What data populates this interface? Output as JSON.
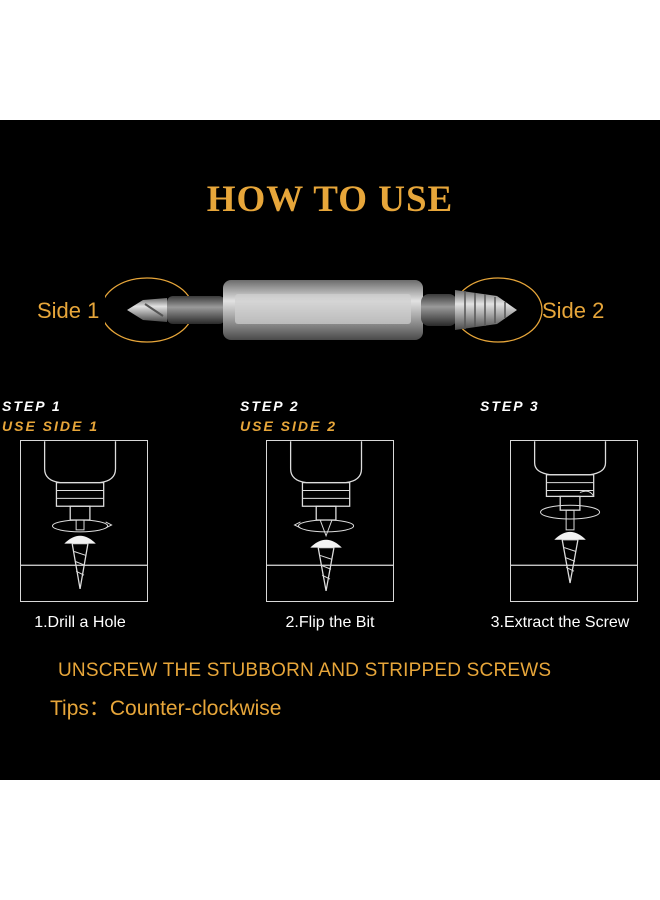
{
  "title": "HOW TO USE",
  "sides": {
    "left": "Side 1",
    "right": "Side 2"
  },
  "steps": [
    {
      "step": "STEP 1",
      "use": "USE SIDE 1",
      "caption": "1.Drill a Hole"
    },
    {
      "step": "STEP 2",
      "use": "USE SIDE 2",
      "caption": "2.Flip the Bit"
    },
    {
      "step": "STEP 3",
      "use": "",
      "caption": "3.Extract the Screw"
    }
  ],
  "slogan": "UNSCREW THE STUBBORN AND STRIPPED SCREWS",
  "tips": "Tips：Counter-clockwise",
  "colors": {
    "accent": "#e7a63a",
    "background": "#000000",
    "text": "#ffffff"
  }
}
